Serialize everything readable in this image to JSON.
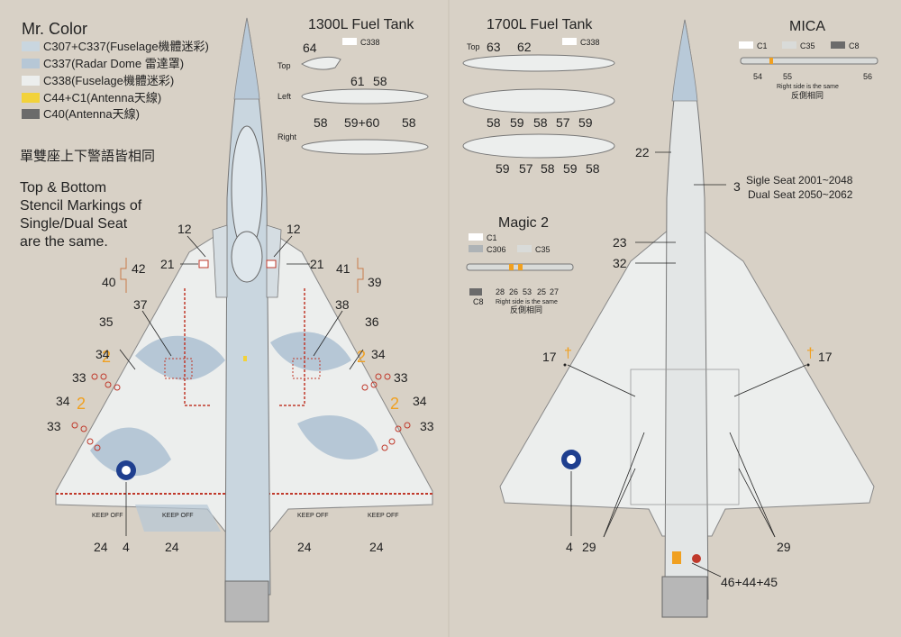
{
  "legend": {
    "title": "Mr. Color",
    "items": [
      {
        "color": "#c9d6df",
        "label": "C307+C337(Fuselage機體迷彩)"
      },
      {
        "color": "#b6c7d6",
        "label": "C337(Radar Dome 雷達罩)"
      },
      {
        "color": "#eceeed",
        "label": "C338(Fuselage機體迷彩)"
      },
      {
        "color": "#f2d23a",
        "label": "C44+C1(Antenna天線)"
      },
      {
        "color": "#6b6b6b",
        "label": "C40(Antenna天線)"
      }
    ]
  },
  "notes": {
    "chinese": "單雙座上下警語皆相同",
    "english": [
      "Top & Bottom",
      "Stencil Markings of",
      "Single/Dual Seat",
      "are the same."
    ]
  },
  "tank1300": {
    "title": "1300L Fuel Tank",
    "color_code": "C338",
    "views": [
      "Top",
      "Left",
      "Right"
    ],
    "top_labels": [
      "64"
    ],
    "left_labels": [
      "61",
      "58",
      "58",
      "59+60",
      "58"
    ]
  },
  "tank1700": {
    "title": "1700L Fuel Tank",
    "color_code": "C338",
    "view": "Top",
    "top_labels": [
      "63",
      "62"
    ],
    "row2": [
      "58",
      "59",
      "58",
      "57",
      "59"
    ],
    "row3": [
      "59",
      "57",
      "58",
      "59",
      "58"
    ]
  },
  "mica": {
    "title": "MICA",
    "codes": [
      "C1",
      "C35",
      "C8"
    ],
    "labels": [
      "54",
      "55",
      "56"
    ],
    "note_en": "Right side is the same",
    "note_zh": "反側相同"
  },
  "magic2": {
    "title": "Magic 2",
    "codes": [
      "C1",
      "C306",
      "C35",
      "C8"
    ],
    "labels": [
      "28",
      "26",
      "53",
      "25",
      "27"
    ],
    "note_en": "Right side is the same",
    "note_zh": "反側相同"
  },
  "top_view": {
    "callouts": [
      "12",
      "12",
      "21",
      "21",
      "42",
      "40",
      "41",
      "39",
      "37",
      "38",
      "35",
      "36",
      "34",
      "34",
      "33",
      "33",
      "34",
      "34",
      "33",
      "33",
      "24",
      "4",
      "24",
      "24",
      "24"
    ],
    "keep_off": "KEEP OFF"
  },
  "bottom_view": {
    "callouts": [
      "22",
      "3",
      "23",
      "32",
      "17",
      "17",
      "4",
      "29",
      "29",
      "46+44+45"
    ],
    "seat_note": [
      "Sigle Seat 2001~2048",
      "Dual Seat 2050~2062"
    ]
  },
  "colors": {
    "background": "#d8d1c6",
    "camo_light": "#eceeed",
    "camo_blue": "#b6c7d6",
    "radome": "#b8c9d8",
    "orange": "#f0a020",
    "red": "#c0392b"
  }
}
